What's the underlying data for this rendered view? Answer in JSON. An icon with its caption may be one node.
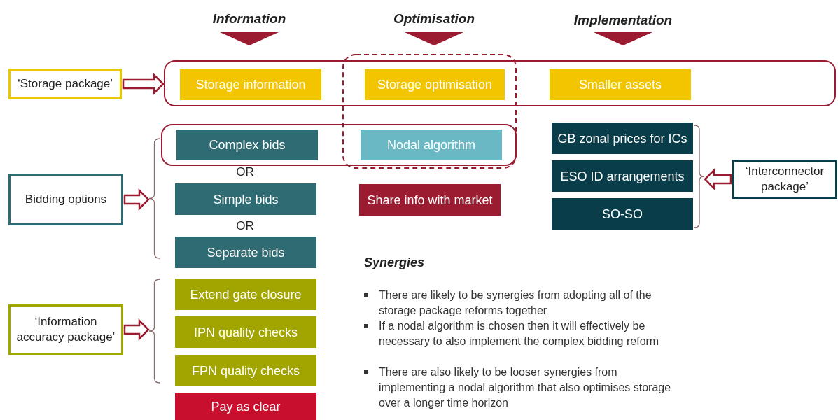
{
  "diagram": {
    "nodes": [
      {
        "text": [
          "‘Storage package’"
        ]
      },
      {
        "text": [],
        "shape": "box"
      },
      {
        "text": [
          "Storage information"
        ],
        "in": 1
      },
      {
        "text": [
          "Storage optimisation"
        ],
        "in": 1
      },
      {
        "text": [
          "Smaller assets"
        ],
        "in": 1
      },
      {
        "text": [],
        "shape": "box"
      },
      {
        "text": [
          "Complex bids"
        ],
        "in": 5
      },
      {
        "text": [
          "Nodal algorithm"
        ],
        "in": 5
      },
      {
        "text": [
          "GB zonal prices for ICs"
        ]
      },
      {
        "text": [
          "ESO ID arrangements"
        ]
      },
      {
        "text": [
          "SO-SO"
        ]
      },
      {
        "text": [],
        "shape": "bracket"
      },
      {
        "text": [
          "‘Interconnector package’"
        ]
      },
      {
        "text": [
          "Bidding options"
        ]
      },
      {
        "text": [],
        "shape": "bracket"
      },
      {
        "text": [
          "Simple bids"
        ]
      },
      {
        "text": [
          "Share info with market"
        ]
      },
      {
        "text": [
          "Separate bids"
        ]
      },
      {
        "text": [],
        "shape": "bracket"
      },
      {
        "text": [
          "‘Information accuracy package’"
        ]
      },
      {
        "text": [
          "Extend gate closure"
        ]
      },
      {
        "text": [
          "IPN quality checks"
        ]
      },
      {
        "text": [
          "FPN quality checks"
        ]
      },
      {
        "text": [
          "Pay as clear"
        ]
      }
    ],
    "edges": [
      {
        "from": 0,
        "to": 1,
        "arrow": "to"
      },
      {
        "from": 12,
        "to": 11,
        "arrow": "to"
      },
      {
        "from": 13,
        "to": 14,
        "arrow": "to"
      },
      {
        "from": 19,
        "to": 18,
        "arrow": "to"
      }
    ],
    "labels": [
      "Information",
      "Optimisation",
      "Implementation",
      "OR",
      "OR",
      "Synergies",
      "There are likely to be synergies from adopting all of the storage package reforms together",
      "If a nodal algorithm is chosen then it will effectively be necessary to also implement the complex bidding reform",
      "There are also likely to be looser synergies from implementing a nodal algorithm that also optimises storage over a longer time horizon"
    ]
  }
}
